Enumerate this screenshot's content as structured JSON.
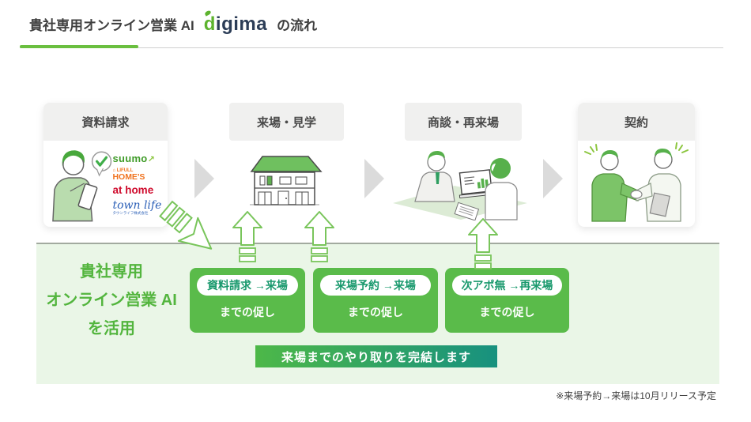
{
  "header": {
    "title_prefix": "貴社専用オンライン営業 AI",
    "logo_d": "d",
    "logo_rest": "igima",
    "title_suffix": "の流れ"
  },
  "steps": [
    {
      "label": "資料請求"
    },
    {
      "label": "来場・見学"
    },
    {
      "label": "商談・再来場"
    },
    {
      "label": "契約"
    }
  ],
  "logos": {
    "suumo": "suumo",
    "suumo_arrow": "↗",
    "lifull_small": "⌂ LIFULL",
    "lifull_main": "HOME'S",
    "athome": "at home",
    "townlife": "town life",
    "townlife_sub": "タウンライフ株式会社"
  },
  "panel": {
    "line1": "貴社専用",
    "line2": "オンライン営業 AI",
    "line3": "を活用",
    "boxes": [
      {
        "pill": "資料請求 →来場",
        "body": "までの促し"
      },
      {
        "pill": "来場予約 →来場",
        "body": "までの促し"
      },
      {
        "pill": "次アポ無 →再来場",
        "body": "までの促し"
      }
    ],
    "banner": "来場までのやり取りを完結します"
  },
  "footnote": "※来場予約→来場は10月リリース予定",
  "colors": {
    "accent_green": "#5abb4a",
    "panel_bg": "#eaf6e7",
    "banner_teal": "#17917f",
    "pill_text": "#19996d",
    "logo_navy": "#2c3d57"
  }
}
